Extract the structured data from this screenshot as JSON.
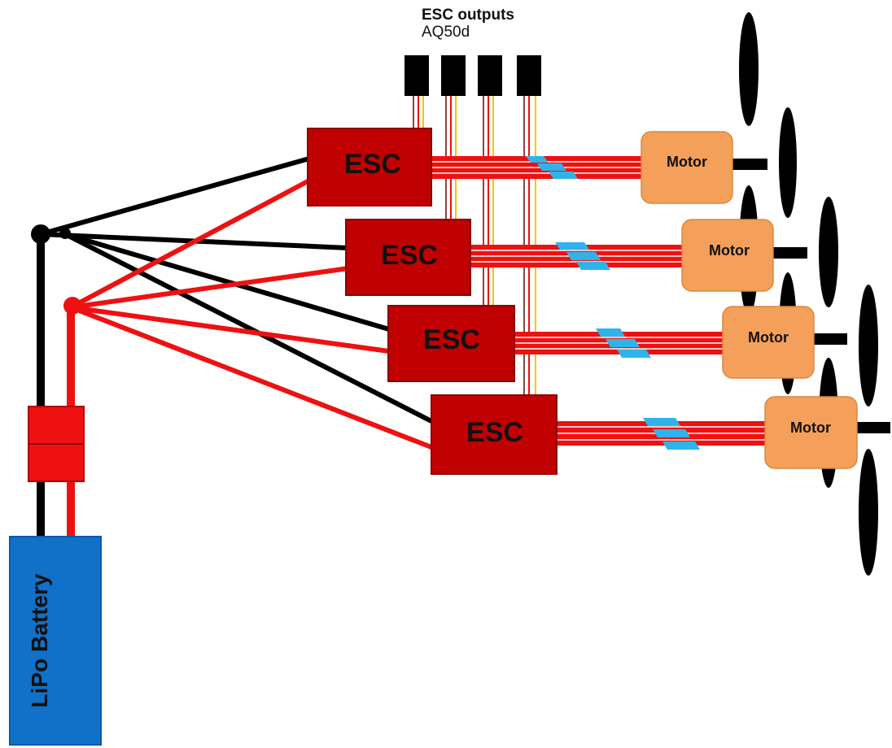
{
  "header": {
    "title": "ESC outputs",
    "subtitle": "AQ50d"
  },
  "escs": [
    {
      "label": "ESC"
    },
    {
      "label": "ESC"
    },
    {
      "label": "ESC"
    },
    {
      "label": "ESC"
    }
  ],
  "motors": [
    {
      "label": "Motor"
    },
    {
      "label": "Motor"
    },
    {
      "label": "Motor"
    },
    {
      "label": "Motor"
    }
  ],
  "battery": {
    "label": "LiPo Battery"
  },
  "colors": {
    "esc": "#c00000",
    "motor": "#f5a05a",
    "battery": "#1170c8",
    "wire_positive": "#ee1111",
    "wire_negative": "#000000",
    "signal": "#f4c400",
    "heatshrink": "#2eb4ea",
    "connector": "#ee1111"
  }
}
